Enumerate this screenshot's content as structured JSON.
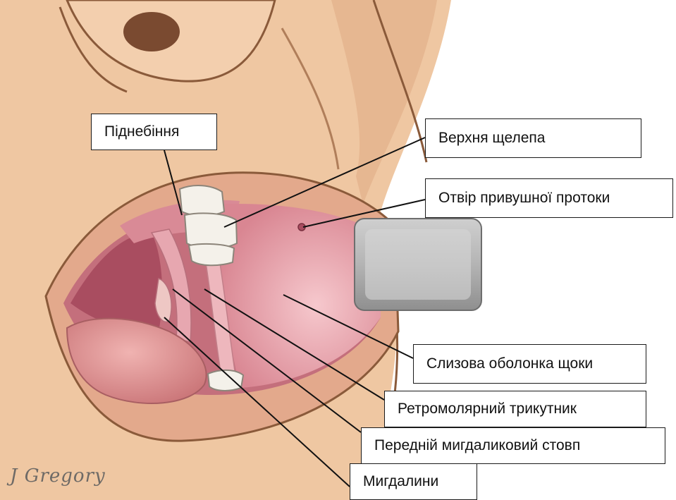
{
  "labels": {
    "palate": "Піднебіння",
    "upper_jaw": "Верхня щелепа",
    "parotid_duct_opening": "Отвір привушної протоки",
    "buccal_mucosa": "Слизова оболонка щоки",
    "retromolar_trigone": "Ретромолярний трикутник",
    "anterior_tonsillar_pillar": "Передній мигдаликовий стовп",
    "tonsils": "Мигдалини"
  },
  "signature": "J Gregory",
  "colors": {
    "skin": "#efc7a2",
    "skin_shadow": "#d9a67c",
    "outline": "#8a5a3a",
    "lip": "#e3a98c",
    "mouth_cavity": "#c46f7c",
    "throat": "#b05566",
    "cheek_mucosa": "#e8a3ab",
    "tongue": "#d98a8c",
    "tooth": "#f4f1ea",
    "retractor": "#9a9a9a",
    "leader_line": "#111111"
  }
}
